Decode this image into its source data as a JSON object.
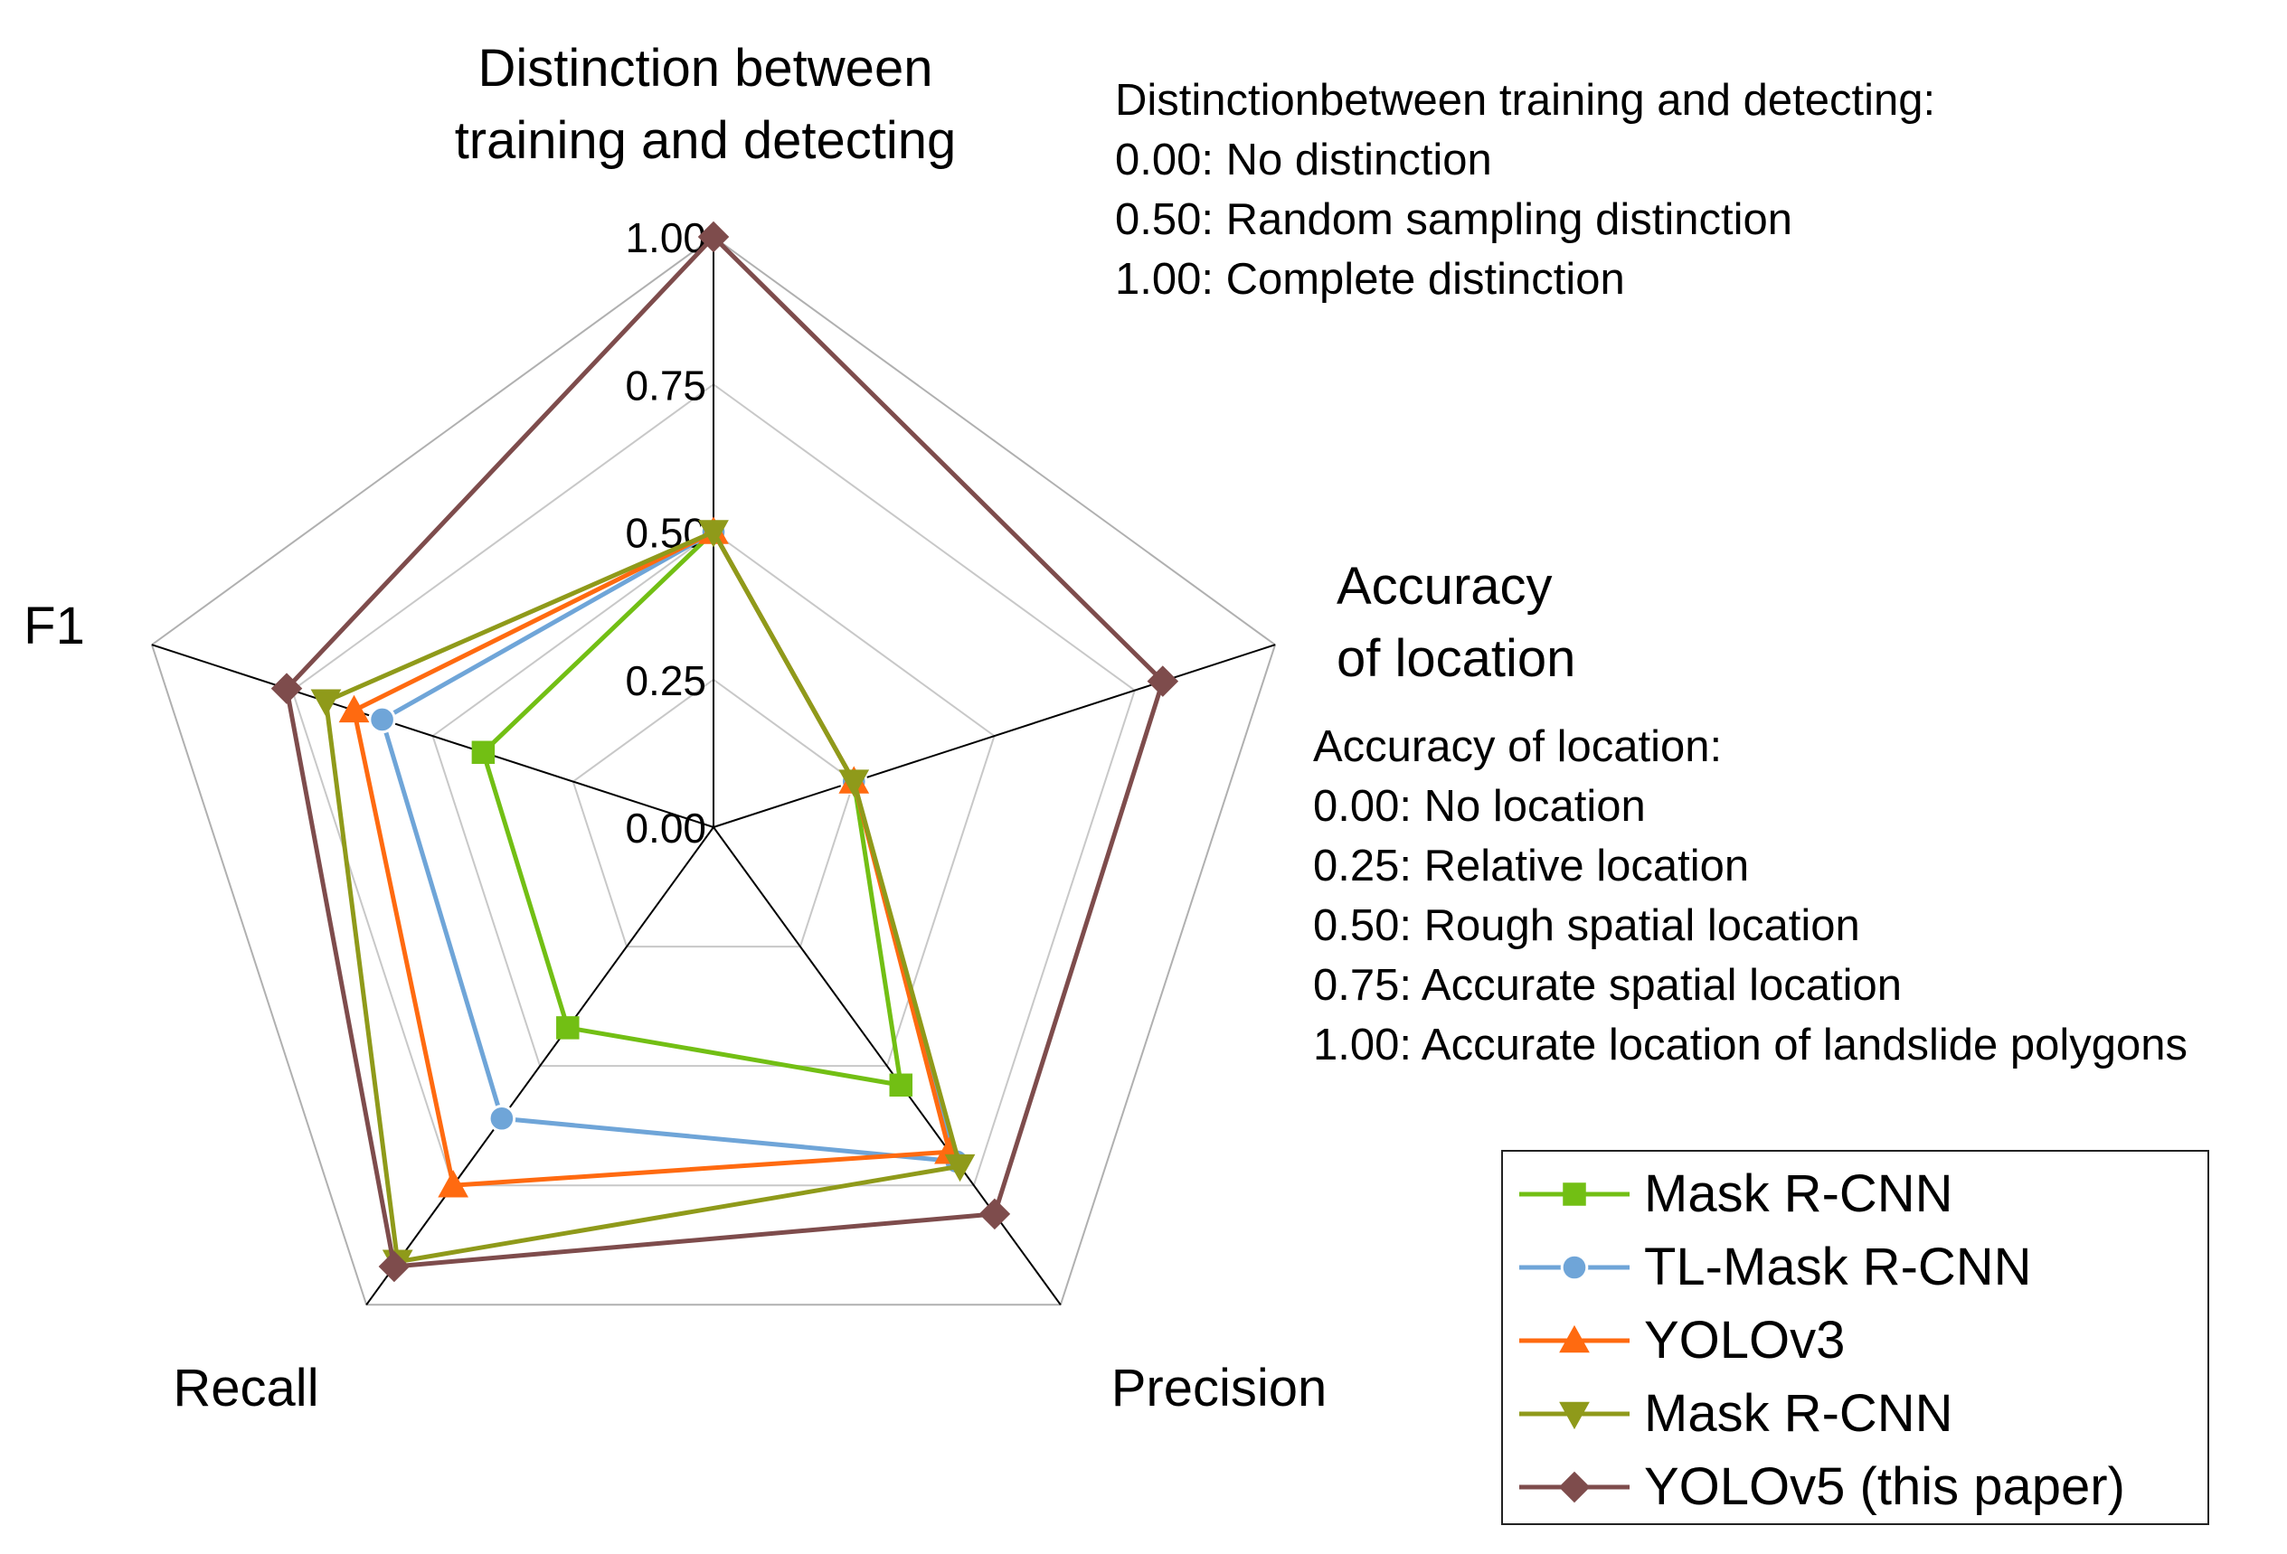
{
  "chart_data": {
    "type": "radar",
    "axes": [
      {
        "label": [
          "Distinction between",
          "training and detecting"
        ]
      },
      {
        "label": [
          "Accuracy",
          "of location"
        ]
      },
      {
        "label": [
          "Precision"
        ]
      },
      {
        "label": [
          "Recall"
        ]
      },
      {
        "label": [
          "F1"
        ]
      }
    ],
    "ticks": [
      "0.00",
      "0.25",
      "0.50",
      "0.75",
      "1.00"
    ],
    "rlim": [
      0,
      1
    ],
    "grid": true,
    "legend_position": "bottom-right",
    "series": [
      {
        "name": "Mask R-CNN",
        "color": "#72bf14",
        "marker": "square",
        "values": [
          0.5,
          0.25,
          0.54,
          0.42,
          0.41
        ]
      },
      {
        "name": "TL-Mask R-CNN",
        "color": "#6fa5d8",
        "marker": "circle",
        "values": [
          0.5,
          0.25,
          0.7,
          0.61,
          0.59
        ]
      },
      {
        "name": "YOLOv3",
        "color": "#ff6a10",
        "marker": "triangle-up",
        "values": [
          0.5,
          0.25,
          0.68,
          0.75,
          0.64
        ]
      },
      {
        "name": "Mask R-CNN",
        "color": "#8f9a1a",
        "marker": "triangle-down",
        "values": [
          0.5,
          0.25,
          0.71,
          0.91,
          0.69
        ]
      },
      {
        "name": "YOLOv5 (this paper)",
        "color": "#7e4c4c",
        "marker": "diamond",
        "values": [
          1.0,
          0.8,
          0.81,
          0.92,
          0.76
        ]
      }
    ]
  },
  "notes": {
    "distinction": [
      "Distinctionbetween training and detecting:",
      "0.00: No distinction",
      "0.50: Random sampling distinction",
      "1.00: Complete distinction"
    ],
    "location": [
      "Accuracy of location:",
      "0.00: No location",
      "0.25: Relative location",
      "0.50: Rough spatial location",
      "0.75: Accurate spatial location",
      "1.00: Accurate location of landslide polygons"
    ]
  }
}
